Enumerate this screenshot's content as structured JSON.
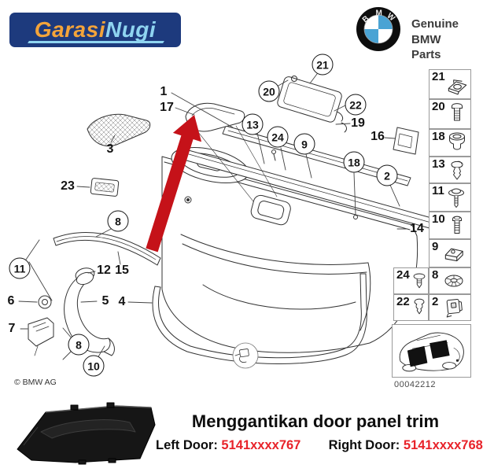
{
  "header": {
    "logo": {
      "text_part1": "Garasi",
      "text_part2": "Nugi",
      "bg_color": "#1d3a7d",
      "part1_color": "#f4a43a",
      "part2_color": "#8fd4f0"
    },
    "genuine": {
      "line1": "Genuine",
      "line2": "BMW Parts"
    },
    "bmw_logo": {
      "letters": [
        "B",
        "M",
        "W"
      ],
      "blue": "#4aa3d4"
    }
  },
  "diagram": {
    "copyright": "© BMW AG",
    "drawing_number": "00042212",
    "arrow_color": "#c51219",
    "callouts": [
      {
        "n": "1",
        "circled": false
      },
      {
        "n": "17",
        "circled": false
      },
      {
        "n": "3",
        "circled": false
      },
      {
        "n": "23",
        "circled": false
      },
      {
        "n": "20",
        "circled": true
      },
      {
        "n": "21",
        "circled": true
      },
      {
        "n": "22",
        "circled": true
      },
      {
        "n": "19",
        "circled": false
      },
      {
        "n": "13",
        "circled": true
      },
      {
        "n": "24",
        "circled": true
      },
      {
        "n": "9",
        "circled": true
      },
      {
        "n": "16",
        "circled": false
      },
      {
        "n": "18",
        "circled": true
      },
      {
        "n": "2",
        "circled": true
      },
      {
        "n": "14",
        "circled": false
      },
      {
        "n": "8",
        "circled": true
      },
      {
        "n": "11",
        "circled": true
      },
      {
        "n": "12",
        "circled": false
      },
      {
        "n": "15",
        "circled": false
      },
      {
        "n": "6",
        "circled": false
      },
      {
        "n": "5",
        "circled": false
      },
      {
        "n": "4",
        "circled": false
      },
      {
        "n": "7",
        "circled": false
      },
      {
        "n": "8",
        "circled": true
      },
      {
        "n": "10",
        "circled": true
      }
    ]
  },
  "parts_list": {
    "main_items": [
      {
        "n": "21",
        "icon": "clip-nut-icon"
      },
      {
        "n": "20",
        "icon": "hex-bolt-icon"
      },
      {
        "n": "18",
        "icon": "grommet-icon"
      },
      {
        "n": "13",
        "icon": "expanding-rivet-icon"
      },
      {
        "n": "11",
        "icon": "washer-screw-icon"
      },
      {
        "n": "10",
        "icon": "bolt-icon"
      },
      {
        "n": "9",
        "icon": "sheet-metal-clip-icon"
      },
      {
        "n": "8",
        "icon": "spring-washer-icon"
      },
      {
        "n": "2",
        "icon": "plastic-clip-icon"
      }
    ],
    "side_items": [
      {
        "n": "24",
        "icon": "push-rivet-icon"
      },
      {
        "n": "22",
        "icon": "expanding-clip-icon"
      }
    ]
  },
  "footer": {
    "title": "Menggantikan door panel trim",
    "left_door_label": "Left Door:",
    "left_door_number": "5141xxxx767",
    "right_door_label": "Right Door:",
    "right_door_number": "5141xxxx768",
    "number_color": "#e8232a"
  }
}
